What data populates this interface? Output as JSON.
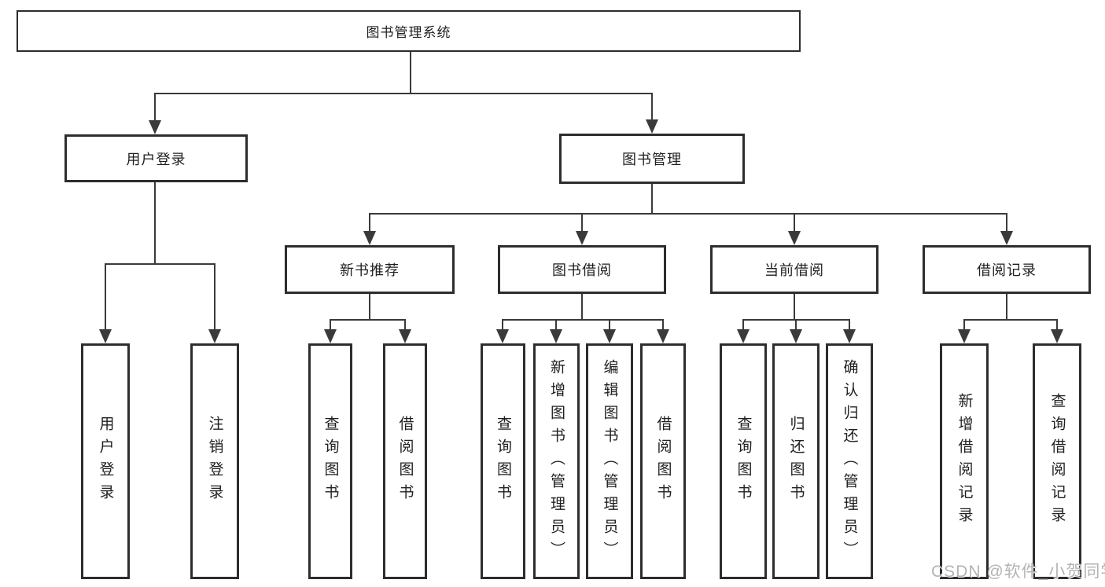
{
  "diagram": {
    "type": "hierarchy-tree",
    "root": "图书管理系统",
    "level2": [
      {
        "label": "用户登录"
      },
      {
        "label": "图书管理"
      }
    ],
    "level3": [
      {
        "label": "新书推荐",
        "parent": "图书管理"
      },
      {
        "label": "图书借阅",
        "parent": "图书管理"
      },
      {
        "label": "当前借阅",
        "parent": "图书管理"
      },
      {
        "label": "借阅记录",
        "parent": "图书管理"
      }
    ],
    "leaves": {
      "user_login": [
        "用户登录",
        "注销登录"
      ],
      "new_book_recommend": [
        "查询图书",
        "借阅图书"
      ],
      "book_borrow": [
        "查询图书",
        "新增图书（管理员）",
        "编辑图书（管理员）",
        "借阅图书"
      ],
      "current_borrow": [
        "查询图书",
        "归还图书",
        "确认归还（管理员）"
      ],
      "borrow_records": [
        "新增借阅记录",
        "查询借阅记录"
      ]
    }
  },
  "watermark": "CSDN @软件_小贺同学",
  "colors": {
    "line": "#3a3a3a",
    "box_border": "#2d2d2d",
    "text": "#1f1f1f",
    "watermark": "#b3b3b3",
    "background": "#ffffff"
  }
}
